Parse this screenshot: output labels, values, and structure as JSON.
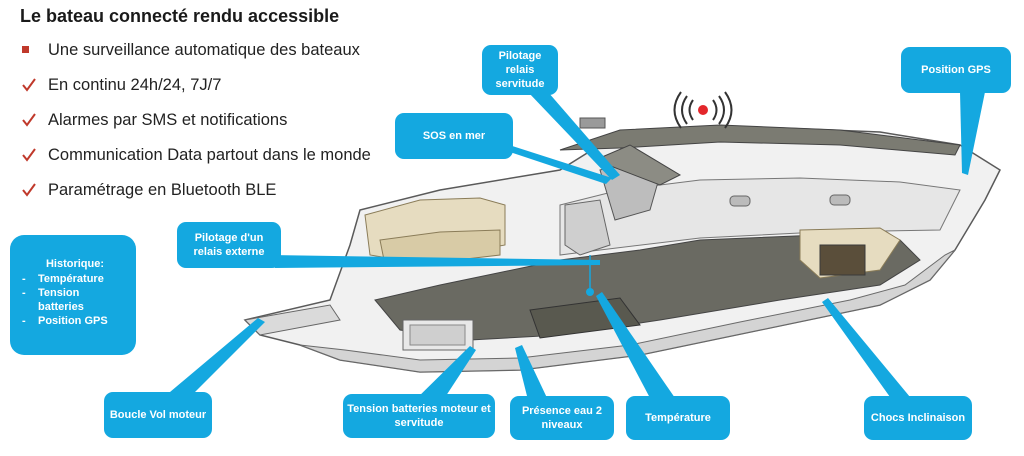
{
  "title": "Le bateau connecté rendu accessible",
  "bullets": [
    {
      "icon": "square-bullet-icon",
      "text": "Une surveillance automatique des bateaux"
    },
    {
      "icon": "check-icon",
      "text": "En continu 24h/24, 7J/7"
    },
    {
      "icon": "check-icon",
      "text": "Alarmes par SMS et notifications"
    },
    {
      "icon": "check-icon",
      "text": "Communication Data partout dans le monde"
    },
    {
      "icon": "check-icon",
      "text": "Paramétrage en Bluetooth BLE"
    }
  ],
  "historique": {
    "title": "Historique:",
    "items": [
      "Température",
      "Tension batteries",
      "Position GPS"
    ]
  },
  "callouts": {
    "pilotage_relais_servitude": "Pilotage relais servitude",
    "position_gps": "Position GPS",
    "sos_en_mer": "SOS en mer",
    "pilotage_relais_externe": "Pilotage d'un relais externe",
    "boucle_vol_moteur": "Boucle Vol moteur",
    "tension_batteries": "Tension batteries moteur et servitude",
    "presence_eau": "Présence eau 2 niveaux",
    "temperature": "Température",
    "chocs_inclinaison": "Chocs Inclinaison"
  },
  "colors": {
    "callout": "#14a8e0",
    "bullet_mark": "#c0392b",
    "signal_dot": "#e3262b",
    "hull": "#f1f1f1",
    "hull_outline": "#5a5a5a",
    "deck_dark": "#6a6a62",
    "wood": "#e6dcc0"
  }
}
